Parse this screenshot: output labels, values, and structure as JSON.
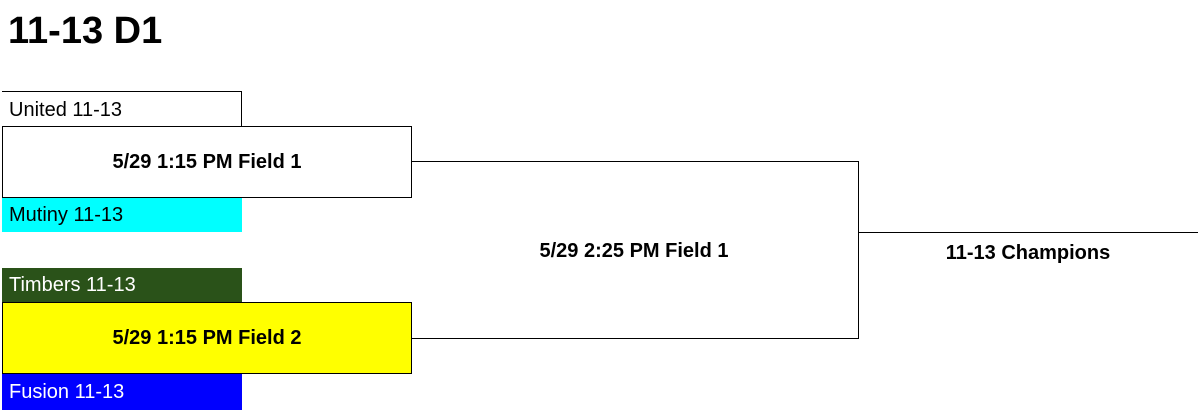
{
  "title": "11-13 D1",
  "teams": [
    {
      "name": "United 11-13",
      "bg": "#ffffff",
      "fg": "#000000"
    },
    {
      "name": "Mutiny 11-13",
      "bg": "#00ffff",
      "fg": "#000000"
    },
    {
      "name": "Timbers 11-13",
      "bg": "#2a5219",
      "fg": "#ffffff"
    },
    {
      "name": "Fusion 11-13",
      "bg": "#0000ff",
      "fg": "#ffffff"
    }
  ],
  "games": [
    {
      "label": "5/29 1:15 PM Field 1",
      "bg": "#ffffff"
    },
    {
      "label": "5/29 1:15 PM Field 2",
      "bg": "#ffff00"
    }
  ],
  "final_game": "5/29 2:25 PM Field 1",
  "champion": "11-13 Champions"
}
